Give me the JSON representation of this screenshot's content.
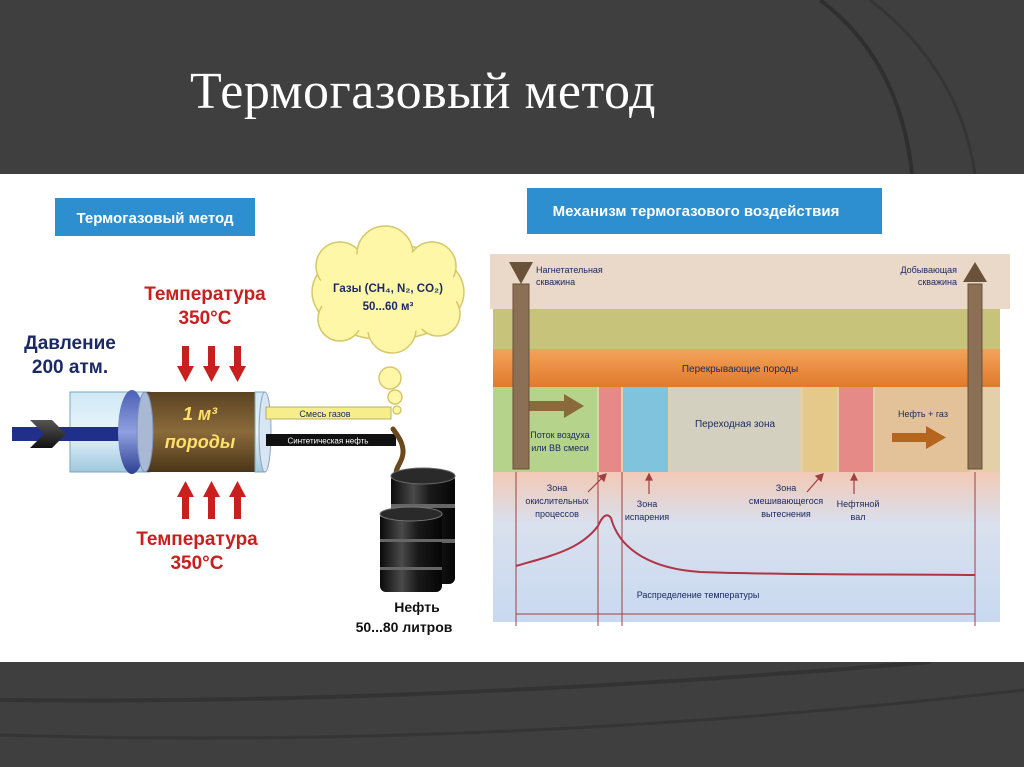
{
  "slide": {
    "title": "Термогазовый метод"
  },
  "left_diagram": {
    "header": "Термогазовый метод",
    "pressure_label": "Давление",
    "pressure_value": "200 атм.",
    "temp_top_label": "Температура",
    "temp_top_value": "350°C",
    "temp_bottom_label": "Температура",
    "temp_bottom_value": "350°C",
    "rock_volume": "1 м³",
    "rock_label": "породы",
    "gas_mix_label": "Смесь газов",
    "synthetic_oil_label": "Синтетическая нефть",
    "gases_line1": "Газы (CH₄, N₂, CO₂)",
    "gases_line2": "50...60 м³",
    "oil_label": "Нефть",
    "oil_value": "50...80 литров"
  },
  "right_diagram": {
    "header": "Механизм термогазового воздействия",
    "injection_well": [
      "Нагнетательная",
      "скважина"
    ],
    "production_well": [
      "Добывающая",
      "скважина"
    ],
    "overburden": "Перекрывающие породы",
    "air_flow": [
      "Поток воздуха",
      "или ВВ смеси"
    ],
    "transition_zone": "Переходная зона",
    "oil_gas": "Нефть + газ",
    "zone_oxidation": [
      "Зона",
      "окислительных",
      "процессов"
    ],
    "zone_evaporation": [
      "Зона",
      "испарения"
    ],
    "zone_mixing": [
      "Зона",
      "смешивающегося",
      "вытеснения"
    ],
    "oil_bank": [
      "Нефтяной",
      "вал"
    ],
    "temperature_distribution": "Распределение температуры"
  },
  "colors": {
    "slide_bg": "#3f3f3f",
    "header_blue": "#2e8fd0",
    "arrow_red": "#c8201f",
    "text_navy": "#1b2a62",
    "overburden_orange": "#e68a3e",
    "temperature_curve": "#b03446"
  }
}
